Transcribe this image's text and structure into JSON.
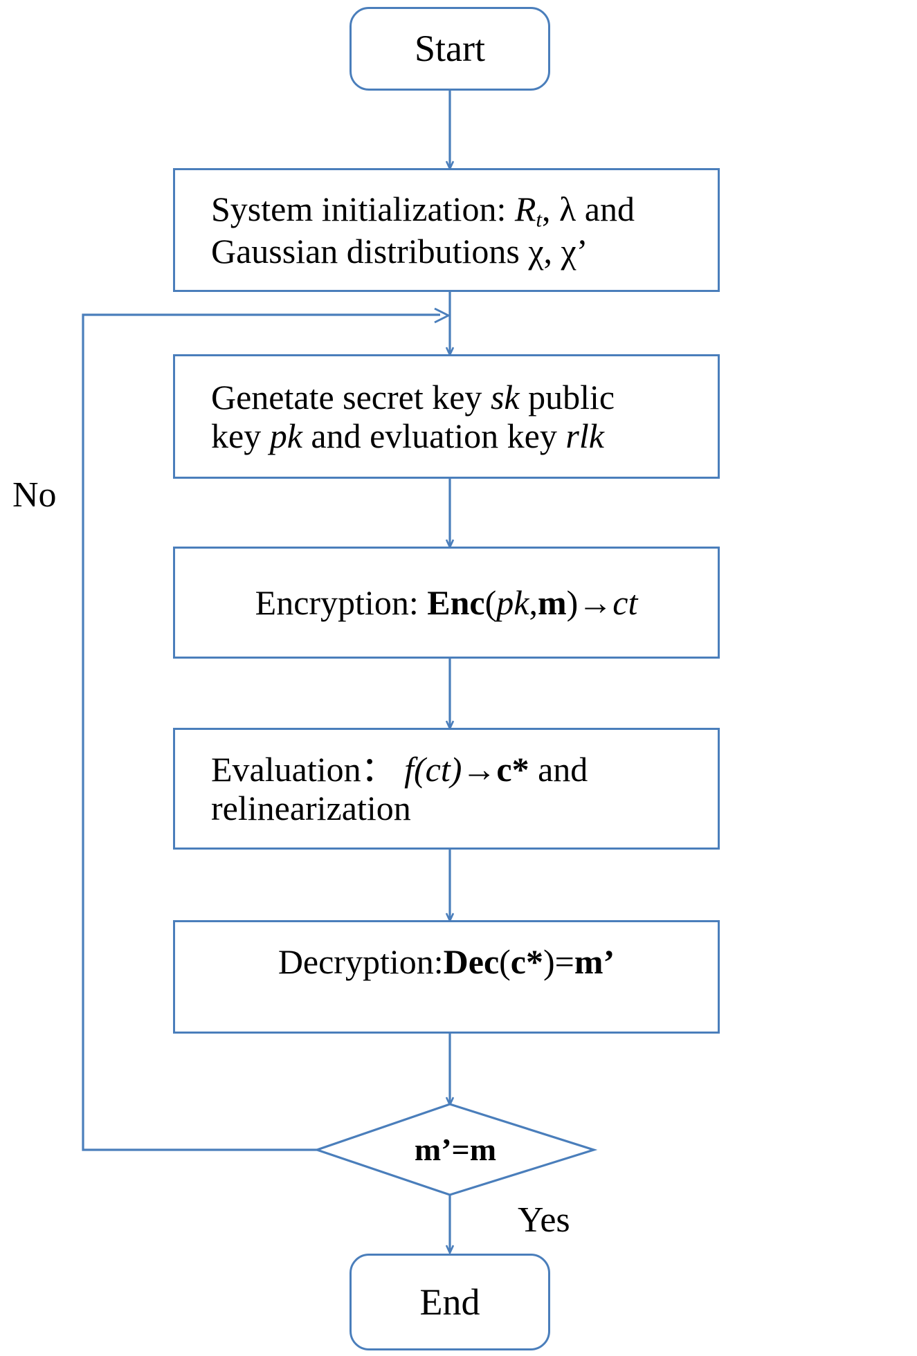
{
  "diagram": {
    "type": "flowchart",
    "title": "Homomorphic encryption scheme flowchart",
    "stroke_color": "#4a7ebb",
    "text_color": "#000000",
    "background": "#ffffff",
    "nodes": [
      {
        "id": "start",
        "shape": "terminator",
        "text": "Start"
      },
      {
        "id": "init",
        "shape": "process",
        "line1_a": "System initialization: ",
        "line1_var": "R",
        "line1_sub": "t",
        "line1_b": ",  λ  and",
        "line2": "Gaussian distributions χ, χ’"
      },
      {
        "id": "keygen",
        "shape": "process",
        "line1_a": "Genetate secret key ",
        "line1_it": "sk",
        "line1_b": " public",
        "line2_a": "key ",
        "line2_it1": "pk",
        "line2_b": " and evluation key ",
        "line2_it2": "rlk"
      },
      {
        "id": "encrypt",
        "shape": "process",
        "a": "Encryption:  ",
        "bold1": "Enc",
        "b": "(",
        "it1": "pk",
        "c": ",",
        "bold2": "m",
        "d": ")→",
        "it2": "ct"
      },
      {
        "id": "evaluate",
        "shape": "process",
        "line1_a": "Evaluation：  ",
        "line1_it": "f(ct)",
        "line1_arrow": "→",
        "line1_bold": "c*",
        "line1_b": " and",
        "line2": "relinearization"
      },
      {
        "id": "decrypt",
        "shape": "process",
        "a": "Decryption:",
        "bold1": "Dec",
        "b": "(",
        "bold2": "c*",
        "c": ")=",
        "bold3": "m’"
      },
      {
        "id": "decision",
        "shape": "diamond",
        "text": "m’=m"
      },
      {
        "id": "end",
        "shape": "terminator",
        "text": "End"
      }
    ],
    "edge_labels": {
      "no": "No",
      "yes": "Yes"
    }
  }
}
